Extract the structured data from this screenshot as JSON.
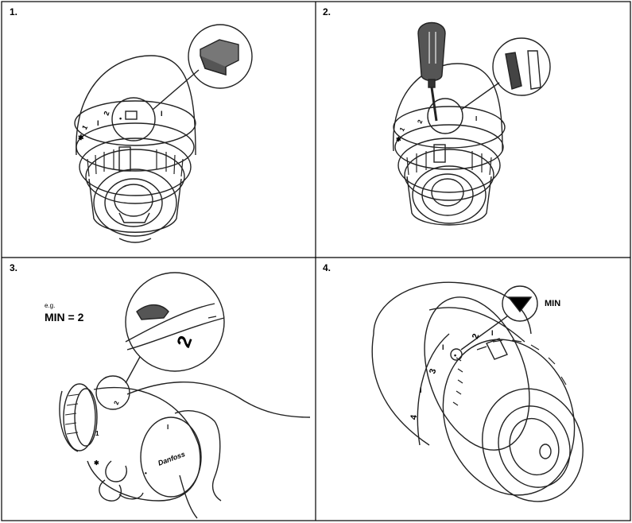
{
  "panels": [
    {
      "step": "1."
    },
    {
      "step": "2."
    },
    {
      "step": "3.",
      "note_small": "e.g.",
      "note_big": "MIN = 2"
    },
    {
      "step": "4.",
      "callout_label": "MIN"
    }
  ],
  "scale_marks": {
    "p1": [
      "✱",
      "1",
      "2",
      "•",
      "I",
      "I"
    ],
    "p3": [
      "1",
      "2",
      "✱",
      "•",
      "I"
    ],
    "p4": [
      "4",
      "3",
      "2",
      "•",
      "I",
      "I",
      "I"
    ]
  },
  "brand_mark": "Danfoss"
}
